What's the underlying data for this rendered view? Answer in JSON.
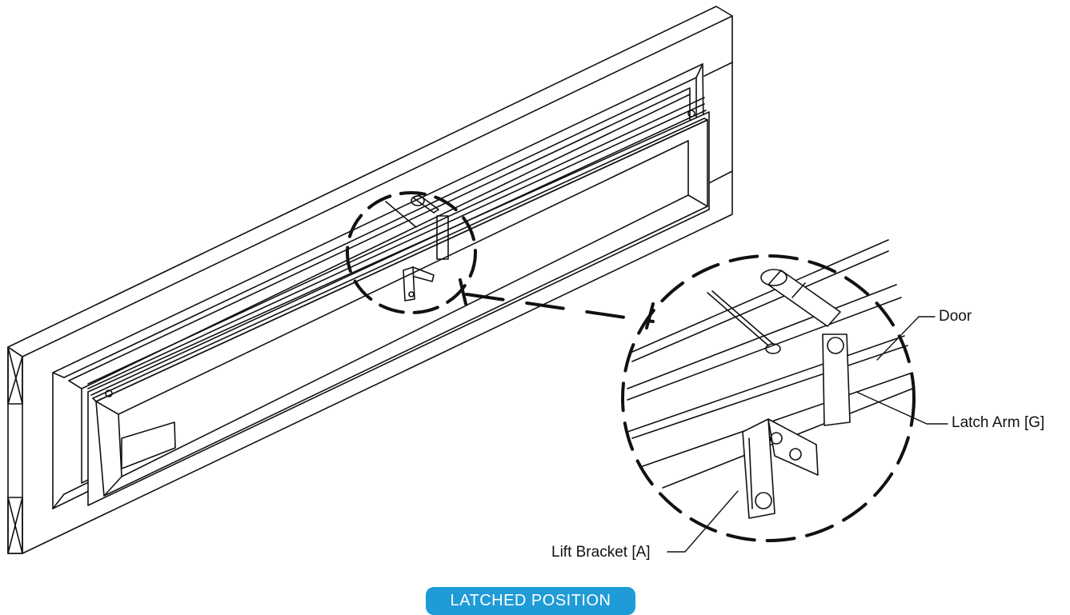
{
  "callouts": {
    "door": "Door",
    "latch_arm": "Latch Arm [G]",
    "lift_bracket": "Lift Bracket [A]"
  },
  "status_pill": {
    "label": "LATCHED POSITION",
    "color": "#1f9bd7"
  }
}
